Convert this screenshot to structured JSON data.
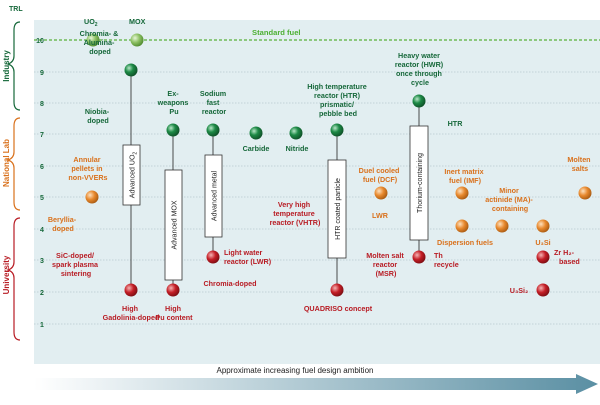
{
  "axis": {
    "y_label": "TRL",
    "ticks": [
      "10",
      "9",
      "8",
      "7",
      "6",
      "5",
      "4",
      "3",
      "2",
      "1"
    ]
  },
  "bands": {
    "industry": "Industry",
    "national_lab": "National Lab",
    "university": "University"
  },
  "top_labels": {
    "uo2": "UO",
    "uo2_sub": "2",
    "mox": "MOX"
  },
  "standard_fuel": "Standard fuel",
  "x_axis_title": "Approximate increasing fuel design ambition",
  "groups": {
    "advanced_uo2": "Advanced UO",
    "advanced_uo2_sub": "2",
    "advanced_mox": "Advanced MOX",
    "advanced_metal": "Advanced metal",
    "htr_coated_particle": "HTR coated particle",
    "thorium_containing": "Thorium-containing"
  },
  "labels": {
    "chromia_alumina": [
      "Chromia- &",
      "Alumina-",
      "doped"
    ],
    "niobia": [
      "Niobia-",
      "doped"
    ],
    "ex_weapons": [
      "Ex-",
      "weapons",
      "Pu"
    ],
    "sodium_fast": [
      "Sodium",
      "fast",
      "reactor"
    ],
    "carbide": "Carbide",
    "nitride": "Nitride",
    "htr_prismatic": [
      "High temperature",
      "reactor (HTR)",
      "prismatic/",
      "pebble bed"
    ],
    "hwr": [
      "Heavy water",
      "reactor (HWR)",
      "once through",
      "cycle"
    ],
    "htr": "HTR",
    "annular": [
      "Annular",
      "pellets in",
      "non-VVERs"
    ],
    "beryllia": [
      "Beryllia-",
      "doped"
    ],
    "dual_cooled": [
      "Duel cooled",
      "fuel (DCF)"
    ],
    "lwr_orange": "LWR",
    "inert_matrix": [
      "Inert matrix",
      "fuel (IMF)"
    ],
    "minor_actinide": [
      "Minor",
      "actinide (MA)-",
      "containing"
    ],
    "dispersion": "Dispersion fuels",
    "u3si": "U₃Si",
    "molten_salts": [
      "Molten",
      "salts"
    ],
    "vhtr": [
      "Very high",
      "temperature",
      "reactor (VHTR)"
    ],
    "sic_doped": [
      "SiC-doped/",
      "spark plasma",
      "sintering"
    ],
    "lwr_red": [
      "Light water",
      "reactor (LWR)"
    ],
    "chromia_doped": "Chromia-doped",
    "high_gad": [
      "High",
      "Gadolinia-doped"
    ],
    "high_pu": [
      "High",
      "Pu content"
    ],
    "quadriso": "QUADRISO concept",
    "molten_salt_reactor": [
      "Molten salt",
      "reactor",
      "(MSR)"
    ],
    "th_recycle": [
      "Th",
      "recycle"
    ],
    "zr_h2": [
      "Zr H₂-",
      "based"
    ],
    "u3si2": "U₃Si₂"
  },
  "colors": {
    "green_fill": "#1d8a46",
    "orange_fill": "#e8892e",
    "red_fill": "#c41e26",
    "light_green": "#8cc063",
    "green_text": "#16683a",
    "orange_text": "#d9711c",
    "red_text": "#b81c24",
    "background": "#e2eef1"
  }
}
